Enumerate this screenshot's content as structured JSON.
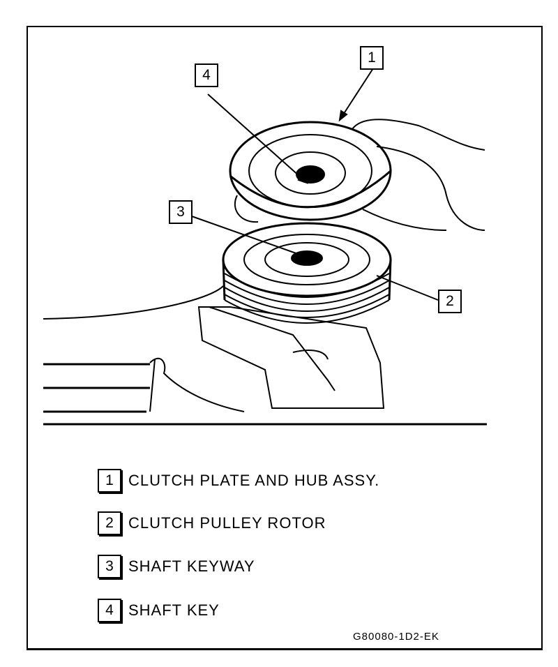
{
  "callouts": [
    "1",
    "2",
    "3",
    "4"
  ],
  "legend": [
    {
      "num": "1",
      "label": "CLUTCH PLATE AND HUB ASSY."
    },
    {
      "num": "2",
      "label": "CLUTCH PULLEY ROTOR"
    },
    {
      "num": "3",
      "label": "SHAFT KEYWAY"
    },
    {
      "num": "4",
      "label": "SHAFT KEY"
    }
  ],
  "figure_code": "G80080-1D2-EK"
}
